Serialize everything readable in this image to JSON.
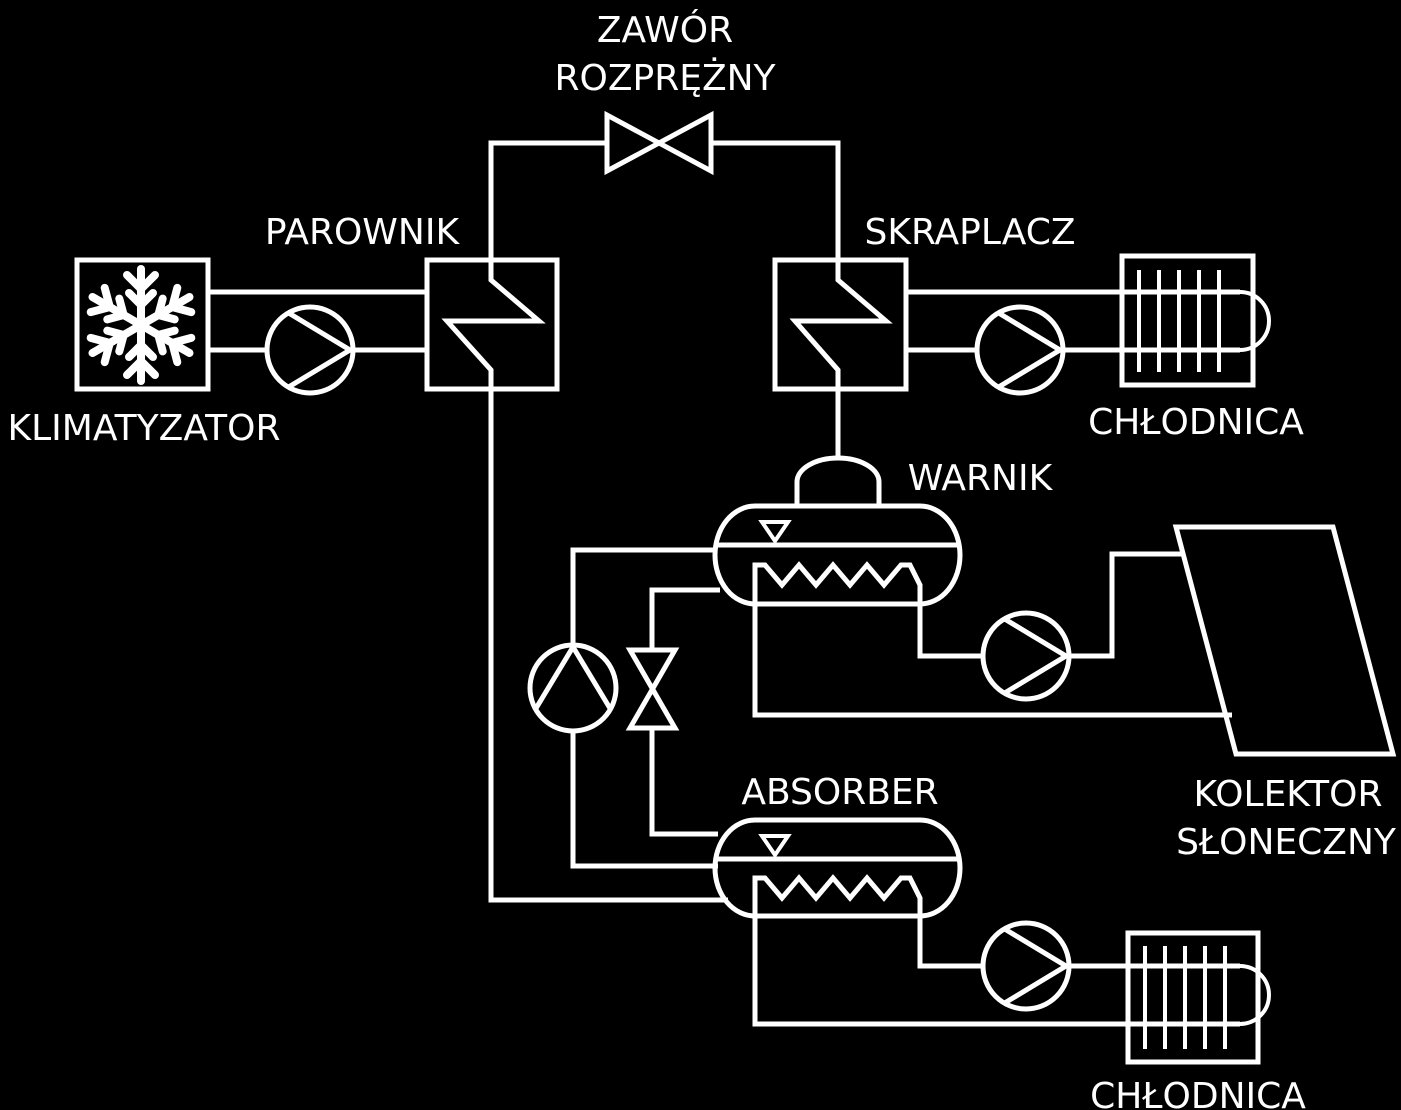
{
  "labels": {
    "expansion_valve_line1": "ZAWÓR",
    "expansion_valve_line2": "ROZPRĘŻNY",
    "evaporator": "PAROWNIK",
    "condenser": "SKRAPLACZ",
    "air_conditioner": "KLIMATYZATOR",
    "cooler_top": "CHŁODNICA",
    "generator": "WARNIK",
    "absorber": "ABSORBER",
    "solar_collector_line1": "KOLEKTOR",
    "solar_collector_line2": "SŁONECZNY",
    "cooler_bottom": "CHŁODNICA"
  },
  "colors": {
    "background": "#000000",
    "line": "#ffffff"
  }
}
